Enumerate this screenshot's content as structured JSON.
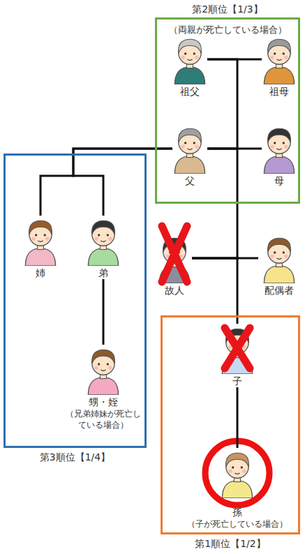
{
  "diagram": {
    "nodes": [
      {
        "text": [
          "第2順位【1/3】",
          "（両親が死亡している場合）"
        ]
      },
      {
        "text": [
          "祖父"
        ],
        "in": 0
      },
      {
        "text": [
          "祖母"
        ],
        "in": 0
      },
      {
        "text": [
          "父"
        ],
        "in": 0
      },
      {
        "text": [
          "母"
        ],
        "in": 0
      },
      {
        "text": [
          "第3順位【1/4】"
        ]
      },
      {
        "text": [
          "姉"
        ],
        "in": 5
      },
      {
        "text": [
          "弟"
        ],
        "in": 5
      },
      {
        "text": [
          "甥・姪",
          "（兄弟姉妹が死亡している場合）"
        ],
        "in": 5
      },
      {
        "text": [
          "故人"
        ]
      },
      {
        "text": [
          "配偶者"
        ]
      },
      {
        "text": [
          "第1順位【1/2】"
        ]
      },
      {
        "text": [
          "子"
        ],
        "in": 11
      },
      {
        "text": [
          "孫",
          "（子が死亡している場合）"
        ],
        "in": 11
      }
    ],
    "edges": [
      {
        "from": 1,
        "to": 2,
        "arrow": "none"
      },
      {
        "from": 3,
        "to": 4,
        "arrow": "none"
      },
      {
        "from": 1,
        "to": 3,
        "arrow": "none"
      },
      {
        "from": 3,
        "to": 9,
        "arrow": "none"
      },
      {
        "from": 3,
        "to": 6,
        "arrow": "none"
      },
      {
        "from": 3,
        "to": 7,
        "arrow": "none"
      },
      {
        "from": 7,
        "to": 8,
        "arrow": "none"
      },
      {
        "from": 9,
        "to": 10,
        "arrow": "none"
      },
      {
        "from": 9,
        "to": 12,
        "arrow": "none"
      },
      {
        "from": 12,
        "to": 13,
        "arrow": "none"
      }
    ]
  }
}
